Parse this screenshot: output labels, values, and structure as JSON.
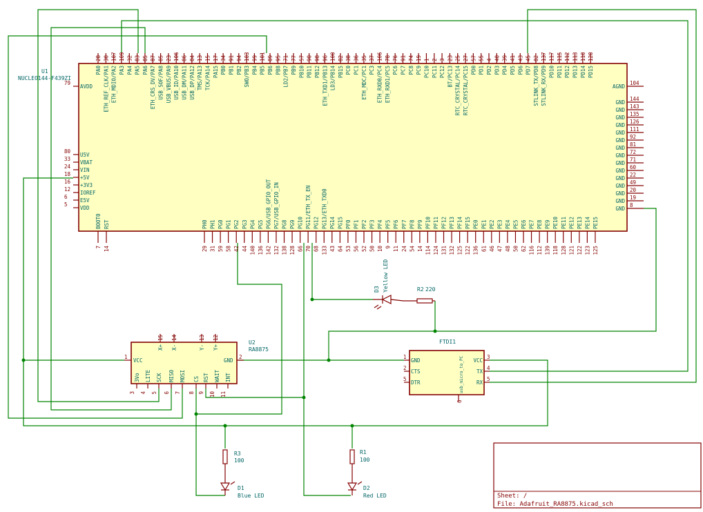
{
  "sheet_title": "Sheet: /",
  "file_name": "File: Adafruit_RA8875.kicad_sch",
  "u1": {
    "ref": "U1",
    "value": "NUCLEO144-F439ZI",
    "left_pins": [
      {
        "num": "79",
        "name": "AVDD"
      },
      {
        "num": "80",
        "name": "U5V"
      },
      {
        "num": "33",
        "name": "VBAT"
      },
      {
        "num": "24",
        "name": "VIN"
      },
      {
        "num": "18",
        "name": "+5V"
      },
      {
        "num": "16",
        "name": "+3V3"
      },
      {
        "num": "12",
        "name": "IOREF"
      },
      {
        "num": "6",
        "name": "E5V"
      },
      {
        "num": "5",
        "name": "VDD"
      }
    ],
    "right_pins": [
      {
        "num": "104",
        "name": "AGND"
      },
      {
        "num": "144",
        "name": "GND"
      },
      {
        "num": "143",
        "name": "GND"
      },
      {
        "num": "135",
        "name": "GND"
      },
      {
        "num": "126",
        "name": "GND"
      },
      {
        "num": "111",
        "name": "GND"
      },
      {
        "num": "92",
        "name": "GND"
      },
      {
        "num": "81",
        "name": "GND"
      },
      {
        "num": "72",
        "name": "GND"
      },
      {
        "num": "71",
        "name": "GND"
      },
      {
        "num": "60",
        "name": "GND"
      },
      {
        "num": "22",
        "name": "GND"
      },
      {
        "num": "49",
        "name": "GND"
      },
      {
        "num": "20",
        "name": "GND"
      },
      {
        "num": "19",
        "name": "GND"
      },
      {
        "num": "8",
        "name": "GND"
      }
    ],
    "top_pins": [
      {
        "num": "28",
        "name": "PA0"
      },
      {
        "num": "30",
        "name": "ETH_REF_CLK/PA1"
      },
      {
        "num": "107",
        "name": "ETH_MDIO/PA2"
      },
      {
        "num": "109",
        "name": "PA3"
      },
      {
        "num": "32",
        "name": "PA4"
      },
      {
        "num": "83",
        "name": "PA5"
      },
      {
        "num": "85",
        "name": "PA6"
      },
      {
        "num": "87",
        "name": "ETH_CRS_DV/PA7"
      },
      {
        "num": "85",
        "name": "USB_SOF/PA8"
      },
      {
        "num": "23",
        "name": "USB_VBUS/PA9"
      },
      {
        "num": "106",
        "name": "USB_ID/PA10"
      },
      {
        "num": "86",
        "name": "USB_DM/PA11"
      },
      {
        "num": "84",
        "name": "USB_DP/PA12"
      },
      {
        "num": "13",
        "name": "TMS/PA13"
      },
      {
        "num": "15",
        "name": "TCK/PA14"
      },
      {
        "num": "17",
        "name": "PA15"
      },
      {
        "num": "34",
        "name": "PB0"
      },
      {
        "num": "91",
        "name": "PB1"
      },
      {
        "num": "94",
        "name": "PB2"
      },
      {
        "num": "103",
        "name": "SWO/PB3"
      },
      {
        "num": "99",
        "name": "PB4"
      },
      {
        "num": "101",
        "name": "PB5"
      },
      {
        "num": "89",
        "name": "PB6"
      },
      {
        "num": "95",
        "name": "PB8"
      },
      {
        "num": "71",
        "name": "LD2/PB7"
      },
      {
        "num": "77",
        "name": "PB9"
      },
      {
        "num": "57",
        "name": "PB10"
      },
      {
        "num": "90",
        "name": "PB11"
      },
      {
        "num": "98",
        "name": "PB12"
      },
      {
        "num": "96",
        "name": "ETH_TXD1/PB13"
      },
      {
        "num": "100",
        "name": "LD3/PB14"
      },
      {
        "num": "82",
        "name": "PB15"
      },
      {
        "num": "38",
        "name": "PC0"
      },
      {
        "num": "36",
        "name": "PC1"
      },
      {
        "num": "35",
        "name": "ETH_MDC/PC1"
      },
      {
        "num": "37",
        "name": "PC3"
      },
      {
        "num": "106",
        "name": "ETH_RXD0/PC4"
      },
      {
        "num": "78",
        "name": "ETH_RXD1/PC5"
      },
      {
        "num": "76",
        "name": "PC6"
      },
      {
        "num": "91",
        "name": "PC7"
      },
      {
        "num": "74",
        "name": "PC8"
      },
      {
        "num": "19",
        "name": "PC9"
      },
      {
        "num": "1",
        "name": "PC10"
      },
      {
        "num": "2",
        "name": "PC11"
      },
      {
        "num": "3",
        "name": "PC12"
      },
      {
        "num": "23",
        "name": "BT/PC13"
      },
      {
        "num": "25",
        "name": "RTC_CRYSTAL/PC14"
      },
      {
        "num": "27",
        "name": "RTC_CRYSTAL/PC15"
      },
      {
        "num": "57",
        "name": "PD0"
      },
      {
        "num": "55",
        "name": "PD1"
      },
      {
        "num": "4",
        "name": "PD2"
      },
      {
        "num": "40",
        "name": "PD3"
      },
      {
        "num": "39",
        "name": "PD4"
      },
      {
        "num": "41",
        "name": "PD5"
      },
      {
        "num": "43",
        "name": "PD6"
      },
      {
        "num": "45",
        "name": "PD7"
      },
      {
        "num": "82",
        "name": "STLINK_TX/PD8"
      },
      {
        "num": "137",
        "name": "STLINK_RX/PD9"
      },
      {
        "num": "117",
        "name": "PD10"
      },
      {
        "num": "115",
        "name": "PD11"
      },
      {
        "num": "112",
        "name": "PD12"
      },
      {
        "num": "113",
        "name": "PD13"
      },
      {
        "num": "110",
        "name": "PD14"
      },
      {
        "num": "120",
        "name": "PD15"
      }
    ],
    "bottom_pins": [
      {
        "num": "7",
        "name": "BOOT0"
      },
      {
        "num": "14",
        "name": "RST"
      },
      {
        "num": "29",
        "name": "PH0"
      },
      {
        "num": "31",
        "name": "PH1"
      },
      {
        "num": "59",
        "name": "PG0"
      },
      {
        "num": "58",
        "name": "PG1"
      },
      {
        "num": "42",
        "name": "PG2"
      },
      {
        "num": "44",
        "name": "PG3"
      },
      {
        "num": "140",
        "name": "PG4"
      },
      {
        "num": "136",
        "name": "PG5"
      },
      {
        "num": "142",
        "name": "PG6/USB_GPIO_OUT"
      },
      {
        "num": "132",
        "name": "PG7/USB_GPIO_IN"
      },
      {
        "num": "138",
        "name": "PG8"
      },
      {
        "num": "128",
        "name": "PG9"
      },
      {
        "num": "66",
        "name": "PG10"
      },
      {
        "num": "70",
        "name": "PG11/ETH_TX_EN"
      },
      {
        "num": "68",
        "name": "PG12"
      },
      {
        "num": "133",
        "name": "PG13/ETH_TXD0"
      },
      {
        "num": "43",
        "name": "PG14"
      },
      {
        "num": "64",
        "name": "PG15"
      },
      {
        "num": "53",
        "name": "PF0"
      },
      {
        "num": "56",
        "name": "PF1"
      },
      {
        "num": "52",
        "name": "PF2"
      },
      {
        "num": "50",
        "name": "PF3"
      },
      {
        "num": "10",
        "name": "PF4"
      },
      {
        "num": "9",
        "name": "PF5"
      },
      {
        "num": "11",
        "name": "PF6"
      },
      {
        "num": "24",
        "name": "PF7"
      },
      {
        "num": "54",
        "name": "PF8"
      },
      {
        "num": "14",
        "name": "PF9"
      },
      {
        "num": "114",
        "name": "PF10"
      },
      {
        "num": "124",
        "name": "PF11"
      },
      {
        "num": "131",
        "name": "PF12"
      },
      {
        "num": "132",
        "name": "PF13"
      },
      {
        "num": "125",
        "name": "PF14"
      },
      {
        "num": "122",
        "name": "PF15"
      },
      {
        "num": "136",
        "name": "PE0"
      },
      {
        "num": "61",
        "name": "PE1"
      },
      {
        "num": "46",
        "name": "PE2"
      },
      {
        "num": "47",
        "name": "PE3"
      },
      {
        "num": "48",
        "name": "PE4"
      },
      {
        "num": "50",
        "name": "PE5"
      },
      {
        "num": "62",
        "name": "PE6"
      },
      {
        "num": "116",
        "name": "PE7"
      },
      {
        "num": "112",
        "name": "PE8"
      },
      {
        "num": "139",
        "name": "PE9"
      },
      {
        "num": "118",
        "name": "PE10"
      },
      {
        "num": "128",
        "name": "PE11"
      },
      {
        "num": "121",
        "name": "PE12"
      },
      {
        "num": "122",
        "name": "PE13"
      },
      {
        "num": "123",
        "name": "PE14"
      },
      {
        "num": "125",
        "name": "PE15"
      }
    ]
  },
  "u2": {
    "ref": "U2",
    "value": "RA8875",
    "left_pin": {
      "num": "1",
      "name": "VCC"
    },
    "right_pin": {
      "num": "2",
      "name": "GND"
    },
    "top_pins": [
      {
        "num": "15",
        "name": "X+"
      },
      {
        "num": "14",
        "name": "X-"
      },
      {
        "num": "13",
        "name": "Y-"
      },
      {
        "num": "12",
        "name": "Y+"
      }
    ],
    "bottom_pins": [
      {
        "num": "3",
        "name": "3Vo"
      },
      {
        "num": "4",
        "name": "LITE"
      },
      {
        "num": "5",
        "name": "SCK"
      },
      {
        "num": "6",
        "name": "MISO"
      },
      {
        "num": "7",
        "name": "MOSI"
      },
      {
        "num": "8",
        "name": "CS"
      },
      {
        "num": "9",
        "name": "RST"
      },
      {
        "num": "10",
        "name": "WAIT"
      },
      {
        "num": "11",
        "name": "INT"
      }
    ]
  },
  "ftdi": {
    "ref": "FTDI1",
    "value": "usb_micro_to_PC",
    "left_pins": [
      {
        "num": "1",
        "name": "GND"
      },
      {
        "num": "2",
        "name": "CTS"
      },
      {
        "num": "5",
        "name": "DTR"
      }
    ],
    "right_pins": [
      {
        "num": "3",
        "name": "VCC"
      },
      {
        "num": "4",
        "name": "TX"
      },
      {
        "num": "5",
        "name": "RX"
      }
    ],
    "bottom_pin": {
      "num": "6"
    }
  },
  "r1": {
    "ref": "R1",
    "value": "100"
  },
  "r2": {
    "ref": "R2",
    "value": "220"
  },
  "r3": {
    "ref": "R3",
    "value": "100"
  },
  "d1": {
    "ref": "D1",
    "value": "Blue LED"
  },
  "d2": {
    "ref": "D2",
    "value": "Red LED"
  },
  "d3": {
    "ref": "D3",
    "value": "Yellow LED"
  },
  "colors": {
    "body_fill": "#ffffc2",
    "body_stroke": "#840000",
    "wire": "#008400",
    "pin_name": "#006464",
    "pin_number": "#840000"
  }
}
